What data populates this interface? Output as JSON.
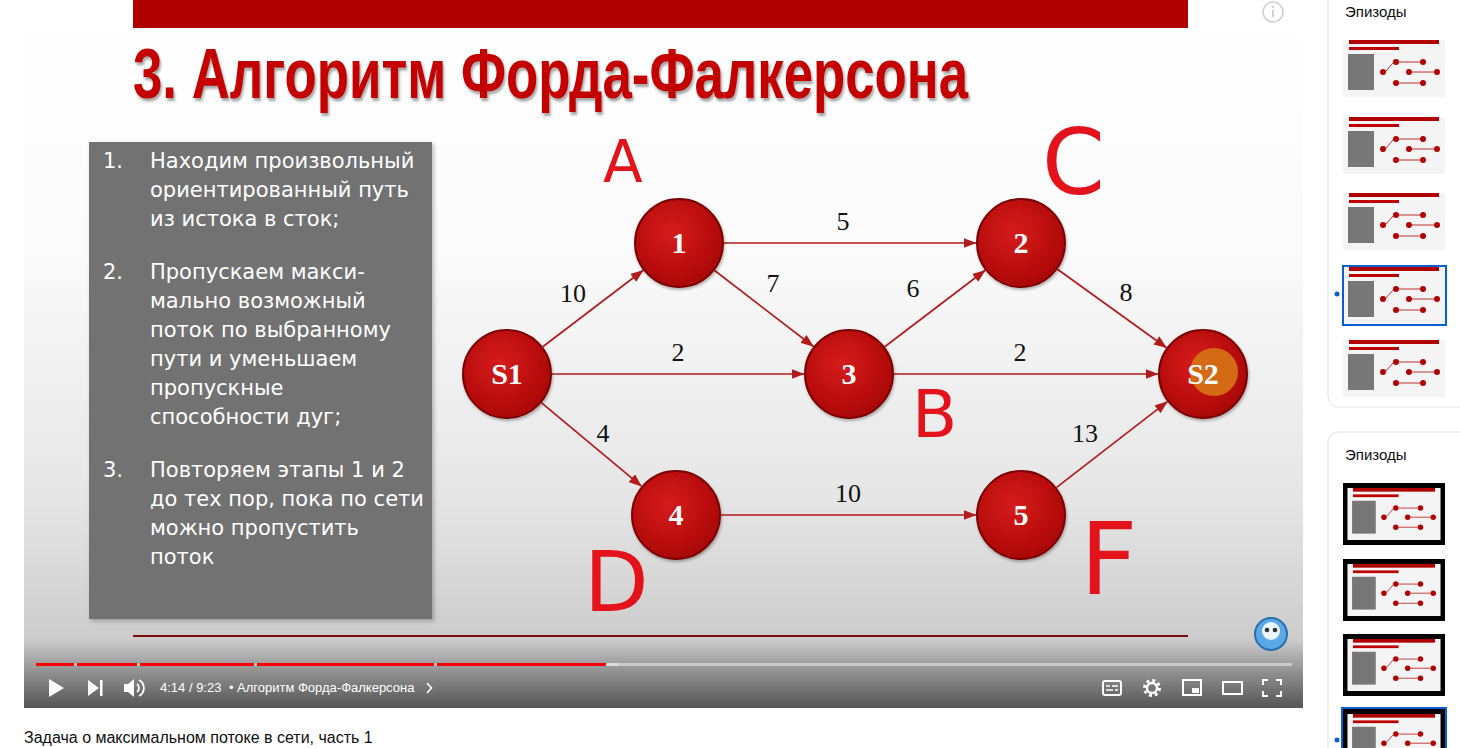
{
  "diagram": {
    "title": "3. Алгоритм Форда-Фалкерсона",
    "nodes": [
      {
        "text": [
          "1.",
          "Находим произвольный ориентированный путь из истока в сток;",
          "2.",
          "Пропускаем макси- мально возможный поток по выбранному пути и уменьшаем пропускные способности дуг;",
          "3.",
          "Повторяем этапы 1 и 2 до тех пор, пока по сети можно пропустить поток"
        ]
      },
      {
        "text": [
          "1"
        ]
      },
      {
        "text": [
          "2"
        ]
      },
      {
        "text": [
          "S1"
        ]
      },
      {
        "text": [
          "3"
        ]
      },
      {
        "text": [
          "S2"
        ]
      },
      {
        "text": [
          "4"
        ]
      },
      {
        "text": [
          "5"
        ]
      }
    ],
    "edges": [
      {
        "from": 3,
        "to": 1,
        "arrow": "to",
        "label": "10"
      },
      {
        "from": 1,
        "to": 2,
        "arrow": "to",
        "label": "5"
      },
      {
        "from": 1,
        "to": 4,
        "arrow": "to",
        "label": "7"
      },
      {
        "from": 4,
        "to": 2,
        "arrow": "to",
        "label": "6"
      },
      {
        "from": 2,
        "to": 5,
        "arrow": "to",
        "label": "8"
      },
      {
        "from": 3,
        "to": 4,
        "arrow": "to",
        "label": "2"
      },
      {
        "from": 4,
        "to": 5,
        "arrow": "to",
        "label": "2"
      },
      {
        "from": 3,
        "to": 6,
        "arrow": "to",
        "label": "4"
      },
      {
        "from": 6,
        "to": 7,
        "arrow": "to",
        "label": "10"
      },
      {
        "from": 7,
        "to": 5,
        "arrow": "to",
        "label": "13"
      }
    ],
    "labels": [
      "Эпизоды",
      "A",
      "C",
      "B",
      "Эпизоды",
      "D",
      "F",
      "4:14 / 9:23",
      "•",
      "Алгоритм Форда-Фалкерсона",
      "Задача о максимальном потоке в сети, часть 1"
    ]
  }
}
